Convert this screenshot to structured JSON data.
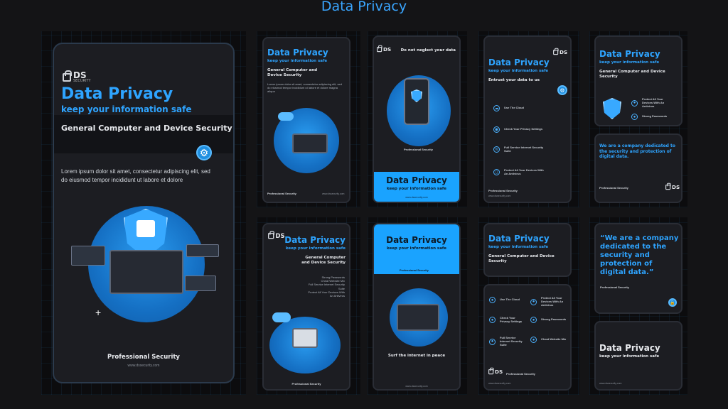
{
  "page": {
    "title": "Data Privacy"
  },
  "brand": {
    "name": "DS",
    "tag": "SECURITY"
  },
  "colors": {
    "accent": "#1aa3ff",
    "background": "#141416",
    "card": "#1c1d22"
  },
  "common": {
    "title": "Data Privacy",
    "subtitle": "keep your information safe",
    "tagline": "General Computer and Device Security",
    "footer": "Professional Security",
    "url": "www.dssecurity.com"
  },
  "big_card": {
    "body": "Lorem ipsum dolor sit amet, consectetur adipiscing elit, sed do eiusmod tempor incididunt ut labore et dolore"
  },
  "card_top2": {
    "tagline": "General Computer and Device Security",
    "body": "Lorem ipsum dolor sit amet, consectetur adipiscing elit, sed do eiusmod tempor incididunt ut labore et dolore magna aliqua"
  },
  "card_top3": {
    "header": "Do not neglect your data"
  },
  "card_top4": {
    "header": "Entrust your data to us",
    "items": [
      {
        "icon": "cloud-icon",
        "label": "Use The Cloud"
      },
      {
        "icon": "eye-icon",
        "label": "Check Your Privacy Settings"
      },
      {
        "icon": "wifi-icon",
        "label": "Full Service Internet Security Suite"
      },
      {
        "icon": "phone-icon",
        "label": "Protect All Your Devices With An Antivirus"
      }
    ]
  },
  "card_top5a": {
    "tagline": "General Computer and Device Security",
    "items": [
      "Protect All Your Devices With An Antivirus",
      "Strong Passwords"
    ]
  },
  "card_top5b": {
    "text": "We are a company dedicated to the security and protection of digital data."
  },
  "card_bot2": {
    "tagline": "General Computer and Device Security",
    "items": [
      "Strong Passwords",
      "Cheat Website Mix",
      "Full Service Internet Security Suite",
      "Protect All Your Devices With An Antivirus"
    ]
  },
  "card_bot3": {
    "caption": "Surf the internet in peace"
  },
  "card_bot4": {
    "tagline": "General Computer and Device Security",
    "items": [
      "Use The Cloud",
      "Protect All Your Devices With An Antivirus",
      "Check Your Privacy Settings",
      "Strong Passwords",
      "Full Service Internet Security Suite",
      "Cheat Website Mix"
    ]
  },
  "card_bot5a": {
    "quote": "“We are a company dedicated to the security and protection of digital data.”"
  }
}
